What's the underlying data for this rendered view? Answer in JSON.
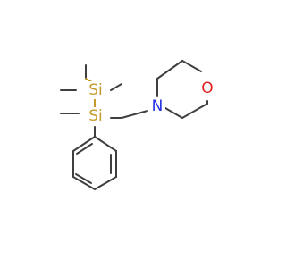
{
  "molecule": {
    "atoms": {
      "si_top": {
        "symbol": "Si",
        "color": "#c39b2c"
      },
      "si_bottom": {
        "symbol": "Si",
        "color": "#c39b2c"
      },
      "nitrogen": {
        "symbol": "N",
        "color": "#2430e0"
      },
      "oxygen": {
        "symbol": "O",
        "color": "#e32020"
      }
    },
    "bond_color": "#3f3f3f",
    "silicon_bond_color": "#c39b2c"
  }
}
